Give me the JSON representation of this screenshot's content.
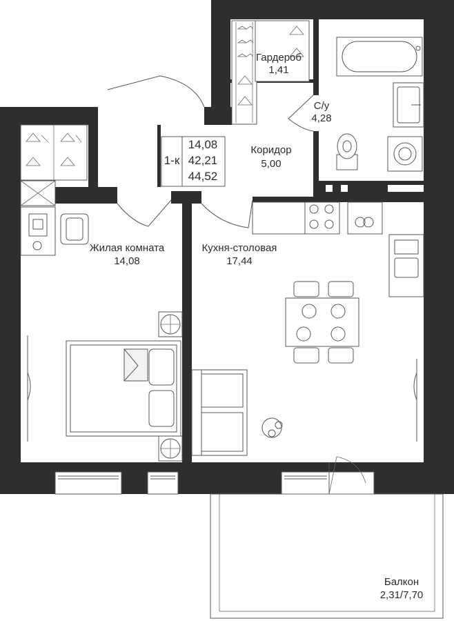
{
  "plan": {
    "summary": {
      "type": "1-к",
      "living_area": "14,08",
      "total_area": "42,21",
      "total_with_balcony": "44,52"
    },
    "rooms": [
      {
        "id": "wardrobe",
        "name": "Гардероб",
        "area": "1,41"
      },
      {
        "id": "bathroom",
        "name": "С/у",
        "area": "4,28"
      },
      {
        "id": "corridor",
        "name": "Коридор",
        "area": "5,00"
      },
      {
        "id": "living",
        "name": "Жилая комната",
        "area": "14,08"
      },
      {
        "id": "kitchen",
        "name": "Кухня-столовая",
        "area": "17,44"
      },
      {
        "id": "balcony",
        "name": "Балкон",
        "area": "2,31/7,70"
      }
    ],
    "colors": {
      "wall": "#2e2e2e",
      "background": "#ffffff",
      "line": "#555555"
    }
  }
}
